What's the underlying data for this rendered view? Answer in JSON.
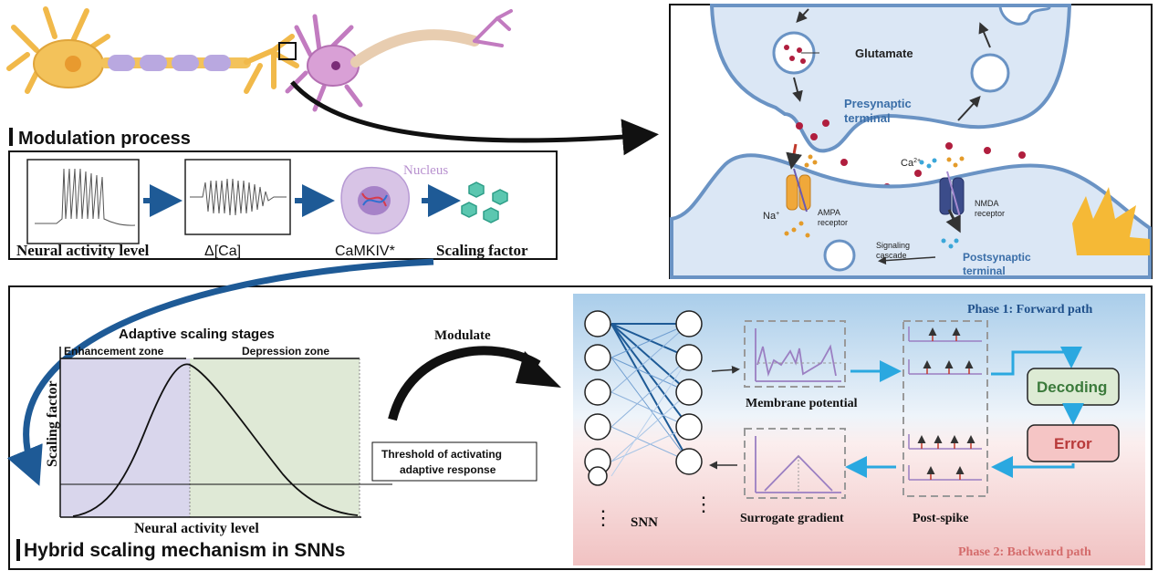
{
  "sections": {
    "modulation_process": "Modulation process",
    "hybrid_mechanism": "Hybrid scaling mechanism in SNNs"
  },
  "modulation_chain": {
    "nucleus": "Nucleus",
    "neural_activity": "Neural activity level",
    "delta_ca": "Δ[Ca]",
    "camkiv": "CaMKIV*",
    "scaling_factor": "Scaling factor"
  },
  "synapse": {
    "glutamate": "Glutamate",
    "presynaptic_1": "Presynaptic",
    "presynaptic_2": "terminal",
    "ca": "Ca",
    "ca_sup": "2+",
    "na": "Na",
    "na_sup": "+",
    "ampa_1": "AMPA",
    "ampa_2": "receptor",
    "nmda_1": "NMDA",
    "nmda_2": "receptor",
    "signaling_1": "Signaling",
    "signaling_2": "cascade",
    "postsynaptic_1": "Postsynaptic",
    "postsynaptic_2": "terminal"
  },
  "scaling_plot": {
    "title": "Adaptive scaling stages",
    "enhancement": "Enhancement zone",
    "depression": "Depression zone",
    "ylabel": "Scaling factor",
    "xlabel": "Neural activity level",
    "threshold_1": "Threshold of activating",
    "threshold_2": "adaptive response",
    "colors": {
      "enhancement": "#d9d6ec",
      "depression": "#dfe9d6"
    }
  },
  "modulate_label": "Modulate",
  "snn": {
    "phase1": "Phase 1: Forward path",
    "phase2": "Phase 2: Backward path",
    "snn_label": "SNN",
    "membrane": "Membrane potential",
    "surrogate": "Surrogate gradient",
    "post_spike": "Post-spike",
    "decoding": "Decoding",
    "error": "Error",
    "dots": "⋮",
    "colors": {
      "forward": "#b3d4ee",
      "backward": "#f2c6c6",
      "decoding": "#ddebd4",
      "error": "#f5c5c5"
    }
  }
}
